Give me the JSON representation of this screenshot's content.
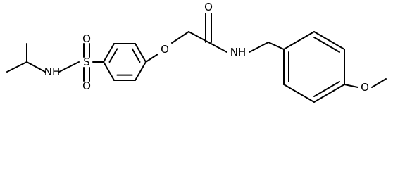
{
  "molecule": {
    "atoms": {
      "o_ether": "O",
      "o_carbonyl": "O",
      "nh_amide": "NH",
      "o_methoxy": "O",
      "s": "S",
      "o_sulfonyl_top": "O",
      "o_sulfonyl_bottom": "O",
      "nh_sulfonamide": "NH"
    }
  }
}
